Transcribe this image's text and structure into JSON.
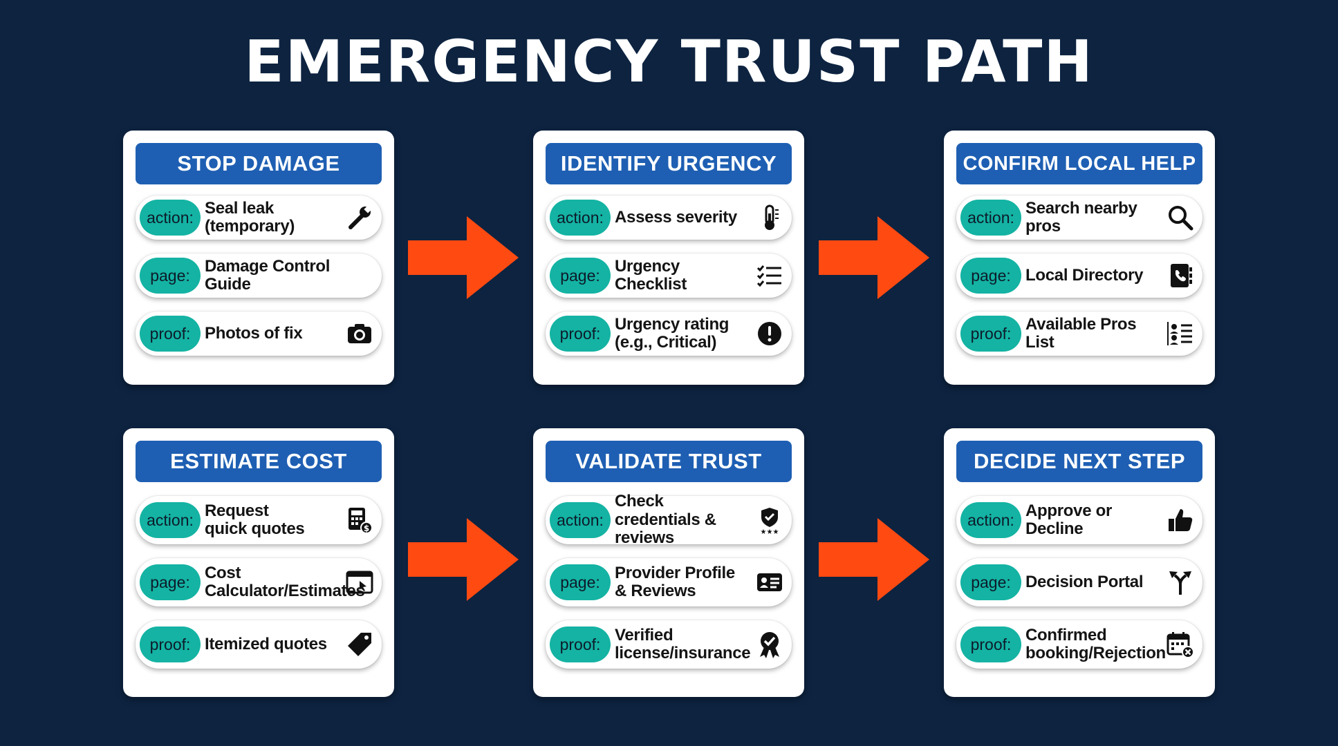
{
  "title": "EMERGENCY TRUST PATH",
  "colors": {
    "background": "#0d2340",
    "header": "#1e5fb3",
    "tag": "#14b3a3",
    "arrow": "#ff4a12"
  },
  "cards": [
    {
      "header": "STOP DAMAGE",
      "rows": [
        {
          "tag": "action:",
          "text": "Seal leak (temporary)",
          "icon": "wrench-icon"
        },
        {
          "tag": "page:",
          "text": "Damage Control Guide",
          "icon": ""
        },
        {
          "tag": "proof:",
          "text": "Photos of fix",
          "icon": "camera-icon"
        }
      ]
    },
    {
      "header": "IDENTIFY URGENCY",
      "rows": [
        {
          "tag": "action:",
          "text": "Assess severity",
          "icon": "thermometer-icon"
        },
        {
          "tag": "page:",
          "text": "Urgency Checklist",
          "icon": "checklist-icon"
        },
        {
          "tag": "proof:",
          "text": "Urgency rating (e.g., Critical)",
          "icon": "alert-icon"
        }
      ]
    },
    {
      "header": "CONFIRM LOCAL HELP",
      "rows": [
        {
          "tag": "action:",
          "text": "Search nearby pros",
          "icon": "search-icon"
        },
        {
          "tag": "page:",
          "text": "Local Directory",
          "icon": "phone-book-icon"
        },
        {
          "tag": "proof:",
          "text": "Available Pros List",
          "icon": "people-list-icon"
        }
      ]
    },
    {
      "header": "ESTIMATE COST",
      "rows": [
        {
          "tag": "action:",
          "text": "Request quick quotes",
          "icon": "calculator-icon"
        },
        {
          "tag": "page:",
          "text": "Cost Calculator/Estimates",
          "icon": "browser-window-icon"
        },
        {
          "tag": "proof:",
          "text": "Itemized quotes",
          "icon": "price-tag-icon"
        }
      ]
    },
    {
      "header": "VALIDATE TRUST",
      "rows": [
        {
          "tag": "action:",
          "text": "Check credentials & reviews",
          "icon": "shield-stars-icon"
        },
        {
          "tag": "page:",
          "text": "Provider Profile & Reviews",
          "icon": "id-card-icon"
        },
        {
          "tag": "proof:",
          "text": "Verified license/insurance",
          "icon": "verified-badge-icon"
        }
      ]
    },
    {
      "header": "DECIDE NEXT STEP",
      "rows": [
        {
          "tag": "action:",
          "text": "Approve or Decline",
          "icon": "thumbs-up-icon"
        },
        {
          "tag": "page:",
          "text": "Decision Portal",
          "icon": "fork-arrow-icon"
        },
        {
          "tag": "proof:",
          "text": "Confirmed booking/Rejection",
          "icon": "calendar-x-icon"
        }
      ]
    }
  ]
}
